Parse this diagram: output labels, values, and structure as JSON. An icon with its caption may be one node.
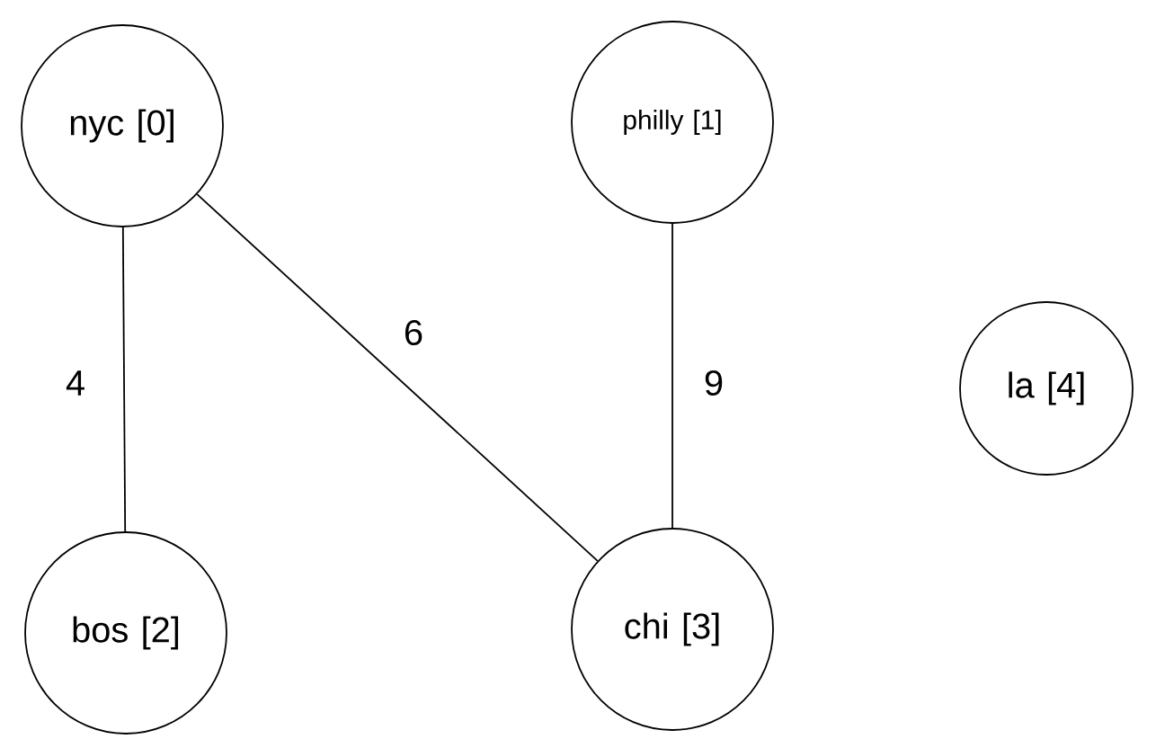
{
  "diagram": {
    "nodes": [
      {
        "text": [
          "nyc [0]"
        ]
      },
      {
        "text": [
          "philly [1]"
        ]
      },
      {
        "text": [
          "bos [2]"
        ]
      },
      {
        "text": [
          "chi [3]"
        ]
      },
      {
        "text": [
          "la [4]"
        ]
      }
    ],
    "edges": [
      {
        "from": 0,
        "to": 2,
        "arrow": "none",
        "label": "4"
      },
      {
        "from": 0,
        "to": 3,
        "arrow": "none",
        "label": "6"
      },
      {
        "from": 1,
        "to": 3,
        "arrow": "none",
        "label": "9"
      }
    ]
  }
}
